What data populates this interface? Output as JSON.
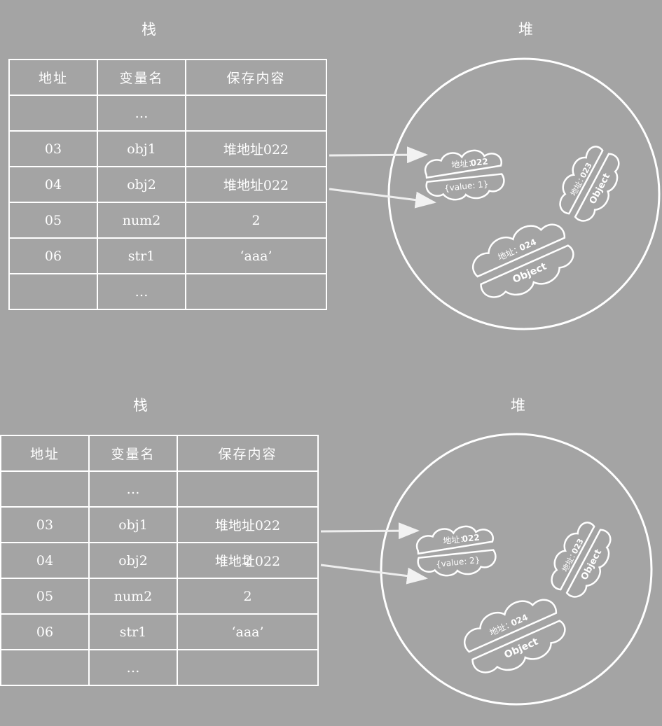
{
  "panels": [
    {
      "stack_title": "栈",
      "heap_title": "堆",
      "table": {
        "headers": [
          "地址",
          "变量名",
          "保存内容"
        ],
        "rows": [
          [
            "",
            "…",
            ""
          ],
          [
            "03",
            "obj1",
            "堆地址022"
          ],
          [
            "04",
            "obj2",
            "堆地址022"
          ],
          [
            "05",
            "num2",
            "2"
          ],
          [
            "06",
            "str1",
            "‘aaa’"
          ],
          [
            "",
            "…",
            ""
          ]
        ],
        "overlay_value": ""
      },
      "heap": {
        "obj022": {
          "addr_label": "地址：",
          "addr": "022",
          "content": "{value: 1}"
        },
        "obj023": {
          "addr_label": "地址：",
          "addr": "023",
          "content": "Object"
        },
        "obj024": {
          "addr_label": "地址：",
          "addr": "024",
          "content": "Object"
        }
      }
    },
    {
      "stack_title": "栈",
      "heap_title": "堆",
      "table": {
        "headers": [
          "地址",
          "变量名",
          "保存内容"
        ],
        "rows": [
          [
            "",
            "…",
            ""
          ],
          [
            "03",
            "obj1",
            "堆地址022"
          ],
          [
            "04",
            "obj2",
            "堆地址022"
          ],
          [
            "05",
            "num2",
            "2"
          ],
          [
            "06",
            "str1",
            "‘aaa’"
          ],
          [
            "",
            "…",
            ""
          ]
        ],
        "overlay_value": "2"
      },
      "heap": {
        "obj022": {
          "addr_label": "地址：",
          "addr": "022",
          "content": "{value: 2}"
        },
        "obj023": {
          "addr_label": "地址：",
          "addr": "023",
          "content": "Object"
        },
        "obj024": {
          "addr_label": "地址：",
          "addr": "024",
          "content": "Object"
        }
      }
    }
  ],
  "colors": {
    "background": "#a4a4a4",
    "line": "#ffffff"
  }
}
